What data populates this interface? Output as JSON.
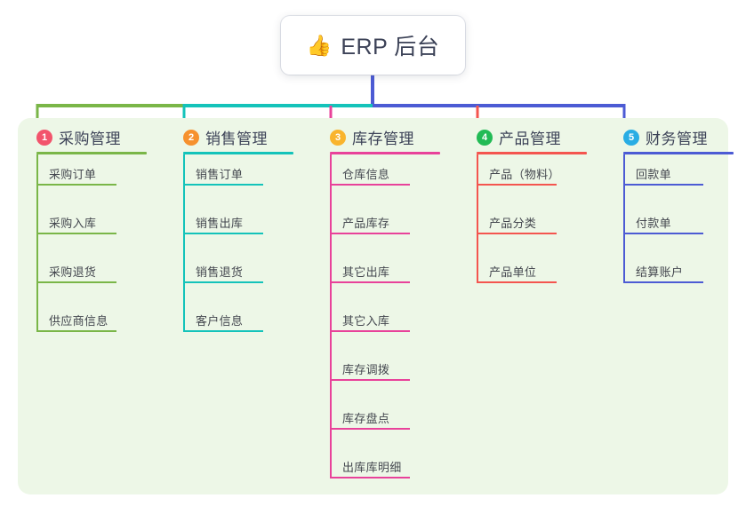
{
  "root": {
    "icon": "thumbs-up-icon",
    "emoji": "👍",
    "title": "ERP 后台"
  },
  "palette": {
    "canvas_bg": "#ffffff",
    "panel_bg": "#edf7e7",
    "text": "#3c4257",
    "leaf_text": "#44474f",
    "root_stem": "#4c5bd4"
  },
  "diagram": {
    "type": "tree",
    "orientation": "top-down",
    "levels": 3,
    "branch_count": 5
  },
  "branches": [
    {
      "index": "1",
      "badge_color": "#f2546c",
      "line_color": "#7ab648",
      "label": "采购管理",
      "leaves": [
        {
          "label": "采购订单"
        },
        {
          "label": "采购入库"
        },
        {
          "label": "采购退货"
        },
        {
          "label": "供应商信息"
        }
      ]
    },
    {
      "index": "2",
      "badge_color": "#f6912e",
      "line_color": "#14c3ba",
      "label": "销售管理",
      "leaves": [
        {
          "label": "销售订单"
        },
        {
          "label": "销售出库"
        },
        {
          "label": "销售退货"
        },
        {
          "label": "客户信息"
        }
      ]
    },
    {
      "index": "3",
      "badge_color": "#f9b42d",
      "line_color": "#e8429a",
      "label": "库存管理",
      "leaves": [
        {
          "label": "仓库信息"
        },
        {
          "label": "产品库存"
        },
        {
          "label": "其它出库"
        },
        {
          "label": "其它入库"
        },
        {
          "label": "库存调拨"
        },
        {
          "label": "库存盘点"
        },
        {
          "label": "出库库明细"
        }
      ]
    },
    {
      "index": "4",
      "badge_color": "#22bb55",
      "line_color": "#f4554f",
      "label": "产品管理",
      "leaves": [
        {
          "label": "产品（物料）"
        },
        {
          "label": "产品分类"
        },
        {
          "label": "产品单位"
        }
      ]
    },
    {
      "index": "5",
      "badge_color": "#29ade4",
      "line_color": "#4c5bd4",
      "label": "财务管理",
      "leaves": [
        {
          "label": "回款单"
        },
        {
          "label": "付款单"
        },
        {
          "label": "结算账户"
        }
      ]
    }
  ]
}
